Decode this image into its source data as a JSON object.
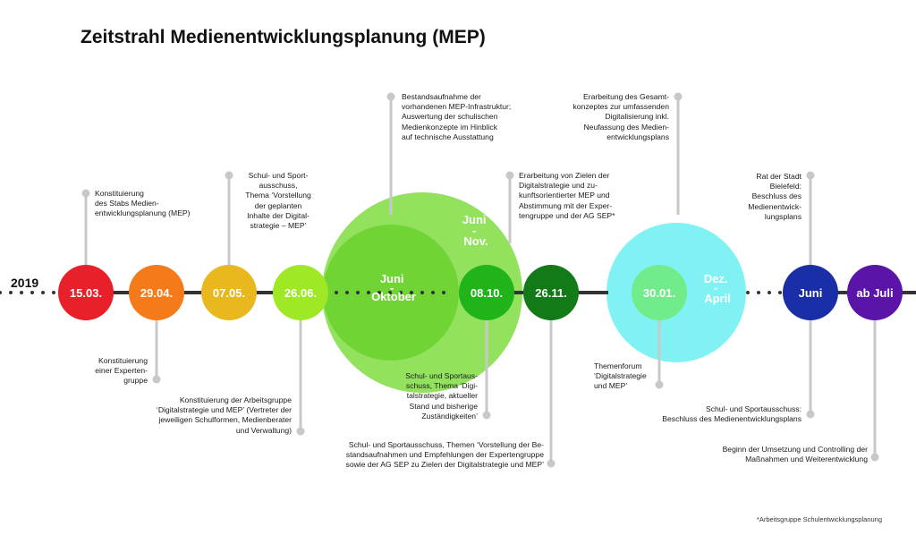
{
  "title": "Zeitstrahl Medienentwicklungsplanung (MEP)",
  "year": "2019",
  "footnote": "*Arbeitsgruppe Schulentwicklungsplanung",
  "colors": {
    "line": "#333333",
    "connector": "#c8c8c8",
    "range_big": "#8fe05a",
    "range_small": "#6ed233",
    "range_teal": "#7ff2f2"
  },
  "ranges": {
    "juni_oktober": "Juni\n-\nOktober",
    "juni_nov": "Juni\n-\nNov.",
    "dez_april": "Dez.\n-\nApril"
  },
  "milestones": [
    {
      "date": "15.03.",
      "color": "#e8202a"
    },
    {
      "date": "29.04.",
      "color": "#f47a1a"
    },
    {
      "date": "07.05.",
      "color": "#e9b81e"
    },
    {
      "date": "26.06.",
      "color": "#9fe826"
    },
    {
      "date": "08.10.",
      "color": "#21b41a"
    },
    {
      "date": "26.11.",
      "color": "#137a18"
    },
    {
      "date": "30.01.",
      "color": "#72ec8a"
    },
    {
      "date": "Juni",
      "color": "#1a2ea8"
    },
    {
      "date": "ab Juli",
      "color": "#5a14a8"
    }
  ],
  "annotations": {
    "a1": "Konstituierung\ndes Stabs Medien-\nentwicklungsplanung (MEP)",
    "a2": "Konstituierung\neiner Experten-\ngruppe",
    "a3": "Schul- und Sport-\nausschuss,\nThema ‘Vorstellung\nder geplanten\nInhalte der Digital-\nstrategie – MEP’",
    "a4": "Konstituierung der Arbeitsgruppe\n‘Digitalstrategie und MEP’ (Vertreter der\njeweiligen Schulformen, Medienberater\nund Verwaltung)",
    "a5": "Bestandsaufnahme der\nvorhandenen MEP-Infrastruktur;\nAuswertung der schulischen\nMedienkonzepte im Hinblick\nauf technische Ausstattung",
    "a6": "Erarbeitung von Zielen der\nDigitalstrategie und zu-\nkunftsorientierter MEP und\nAbstimmung mit der Exper-\ntengruppe und der AG SEP*",
    "a7": "Schul- und Sportaus-\nschuss, Thema ‘Digi-\ntalstrategie, aktueller\nStand und bisherige\nZuständigkeiten’",
    "a8": "Schul- und Sportausschuss, Themen ‘Vorstellung der Be-\nstandsaufnahmen und Empfehlungen der Expertengruppe\nsowie der AG SEP zu Zielen der Digitalstrategie und  MEP’",
    "a9": "Erarbeitung des Gesamt-\nkonzeptes zur umfassenden\nDigitalisierung inkl.\nNeufassung des Medien-\nentwicklungsplans",
    "a10": "Themenforum\n‘Digitalstrategie\nund MEP’",
    "a11": "Rat der Stadt\nBielefeld:\nBeschluss des\nMedienentwick-\nlungsplans",
    "a12": "Schul- und Sportausschuss:\nBeschluss des Medienentwicklungsplans",
    "a13": "Beginn der Umsetzung und  Controlling der\nMaßnahmen und Weiterentwicklung"
  }
}
